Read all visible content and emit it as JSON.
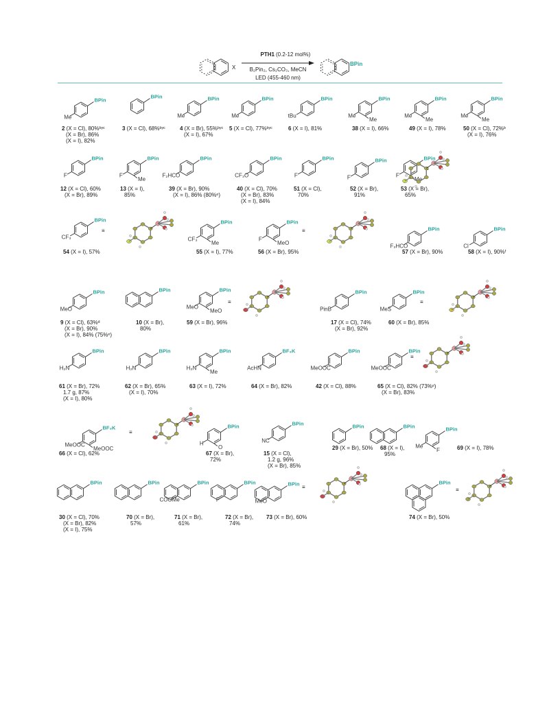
{
  "scheme": {
    "catalyst": "PTH1",
    "loading": "(0.2-12 mol%)",
    "reagents": "B₂Pin₂, Cs₂CO₃, MeCN",
    "light": "LED (455-460 nm)",
    "substrate_group": "X",
    "product_group": "BPin"
  },
  "colors": {
    "teal": "#2aa39a",
    "divider": "#7fbfbf",
    "carbon": "#a8a84a",
    "boron": "#e89a9a",
    "fluorine": "#c8e04a",
    "sulfur": "#d4c23a",
    "oxygen": "#d04040"
  },
  "compounds": [
    {
      "id": "c2",
      "lines": [
        "2 (X = Cl), 80%ᵇʸᶜ",
        "(X = Br), 86%",
        "(X = I), 82%"
      ],
      "groups": [
        "BPin",
        "Me"
      ]
    },
    {
      "id": "c3",
      "lines": [
        "3 (X = Cl), 68%ᵇʸᶜ"
      ],
      "groups": [
        "BPin"
      ]
    },
    {
      "id": "c4",
      "lines": [
        "4 (X = Br), 55%ᵇʸᶜ",
        "(X = I), 67%"
      ],
      "groups": [
        "BPin",
        "Me"
      ]
    },
    {
      "id": "c5",
      "lines": [
        "5 (X = Cl), 77%ᵇʸᶜ"
      ],
      "groups": [
        "BPin",
        "Me"
      ]
    },
    {
      "id": "c6",
      "lines": [
        "6 (X = I), 81%"
      ],
      "groups": [
        "BPin",
        "tBu"
      ]
    },
    {
      "id": "c38",
      "lines": [
        "38 (X = I), 66%"
      ],
      "groups": [
        "BPin",
        "Me",
        "Me"
      ]
    },
    {
      "id": "c49",
      "lines": [
        "49 (X = I), 78%"
      ],
      "groups": [
        "BPin",
        "Me",
        "Me"
      ]
    },
    {
      "id": "c50",
      "lines": [
        "50 (X = Cl), 72%ᵇ",
        "(X = I), 76%"
      ],
      "groups": [
        "BPin",
        "Me",
        "Me"
      ]
    },
    {
      "id": "c12",
      "lines": [
        "12 (X = Cl), 60%",
        "(X = Br), 89%"
      ],
      "groups": [
        "BPin",
        "F"
      ]
    },
    {
      "id": "c13",
      "lines": [
        "13 (X = I),",
        "85%"
      ],
      "groups": [
        "BPin",
        "F",
        "Me"
      ]
    },
    {
      "id": "c39",
      "lines": [
        "39 (X = Br), 90%",
        "(X = I), 86% (80%ᵉ)"
      ],
      "groups": [
        "BPin",
        "F₂HCO"
      ]
    },
    {
      "id": "c40",
      "lines": [
        "40 (X = Cl), 70%",
        "(X = Br), 83%",
        "(X = I), 84%"
      ],
      "groups": [
        "BPin",
        "CF₃O"
      ]
    },
    {
      "id": "c51",
      "lines": [
        "51 (X = Cl),",
        "70%"
      ],
      "groups": [
        "BPin",
        "F"
      ]
    },
    {
      "id": "c52",
      "lines": [
        "52 (X = Br),",
        "91%"
      ],
      "groups": [
        "BPin",
        "F"
      ]
    },
    {
      "id": "c53",
      "lines": [
        "53 (X = Br),",
        "65%"
      ],
      "groups": [
        "BPin",
        "F",
        "Me"
      ]
    },
    {
      "id": "c54",
      "lines": [
        "54 (X = I), 57%"
      ],
      "groups": [
        "BPin",
        "CF₃"
      ]
    },
    {
      "id": "c55",
      "lines": [
        "55 (X = I), 77%"
      ],
      "groups": [
        "BPin",
        "CF₃",
        "Me"
      ]
    },
    {
      "id": "c56",
      "lines": [
        "56 (X = Br), 95%"
      ],
      "groups": [
        "BPin",
        "F",
        "MeO"
      ]
    },
    {
      "id": "c57",
      "lines": [
        "57 (X = Br), 90%"
      ],
      "groups": [
        "BPin",
        "F₂HCO"
      ]
    },
    {
      "id": "c58",
      "lines": [
        "58 (X = I), 90%ᶠ"
      ],
      "groups": [
        "BPin",
        "Cl"
      ]
    },
    {
      "id": "c9",
      "lines": [
        "9 (X = Cl), 63%ᵈ",
        "(X = Br), 90%",
        "(X = I), 84% (75%ᵉ)"
      ],
      "groups": [
        "BPin",
        "MeO"
      ]
    },
    {
      "id": "c10",
      "lines": [
        "10 (X = Br),",
        "80%"
      ],
      "groups": [
        "BPin"
      ]
    },
    {
      "id": "c59",
      "lines": [
        "59 (X = Br), 96%"
      ],
      "groups": [
        "BPin",
        "MeO",
        "MeO"
      ]
    },
    {
      "id": "c17",
      "lines": [
        "17 (X = Cl), 74%",
        "(X = Br), 92%"
      ],
      "groups": [
        "BPin",
        "PinB"
      ]
    },
    {
      "id": "c60",
      "lines": [
        "60 (X = Br), 85%"
      ],
      "groups": [
        "BPin",
        "MeS"
      ]
    },
    {
      "id": "c61",
      "lines": [
        "61 (X = Br), 72%",
        "1.7 g, 87%",
        "(X = I), 80%"
      ],
      "groups": [
        "BPin",
        "H₂N"
      ]
    },
    {
      "id": "c62",
      "lines": [
        "62 (X = Br), 65%",
        "(X = I), 70%"
      ],
      "groups": [
        "BPin",
        "H₂N"
      ]
    },
    {
      "id": "c63",
      "lines": [
        "63 (X = I), 72%"
      ],
      "groups": [
        "BPin",
        "H₂N",
        "Me"
      ]
    },
    {
      "id": "c64",
      "lines": [
        "64 (X = Br), 82%"
      ],
      "groups": [
        "BF₃K",
        "AcHN"
      ]
    },
    {
      "id": "c42",
      "lines": [
        "42 (X = Cl), 88%"
      ],
      "groups": [
        "BPin",
        "MeOOC"
      ]
    },
    {
      "id": "c65",
      "lines": [
        "65 (X = Cl), 82% (73%ᵉ)",
        "(X = Br), 83%"
      ],
      "groups": [
        "BPin",
        "MeOOC"
      ]
    },
    {
      "id": "c66",
      "lines": [
        "66 (X = Cl), 62%"
      ],
      "groups": [
        "BF₃K",
        "MeOOC",
        "MeOOC"
      ]
    },
    {
      "id": "c67",
      "lines": [
        "67 (X = Br),",
        "72%"
      ],
      "groups": [
        "BPin",
        "H",
        "O"
      ]
    },
    {
      "id": "c15",
      "lines": [
        "15 (X = Cl),",
        "1.2 g, 96%",
        "(X = Br), 85%"
      ],
      "groups": [
        "BPin",
        "NC"
      ]
    },
    {
      "id": "c29",
      "lines": [
        "29 (X = Br), 50%"
      ],
      "groups": [
        "BPin"
      ]
    },
    {
      "id": "c68",
      "lines": [
        "68 (X = I),",
        "95%"
      ],
      "groups": [
        "BPin"
      ]
    },
    {
      "id": "c69",
      "lines": [
        "69 (X = I), 78%"
      ],
      "groups": [
        "BPin",
        "Me",
        "F"
      ]
    },
    {
      "id": "c30",
      "lines": [
        "30 (X = Cl), 70%",
        "(X = Br), 82%",
        "(X = I), 75%"
      ],
      "groups": [
        "BPin"
      ]
    },
    {
      "id": "c70",
      "lines": [
        "70 (X = Br),",
        "57%"
      ],
      "groups": [
        "BPin"
      ]
    },
    {
      "id": "c71",
      "lines": [
        "71 (X = Br),",
        "61%"
      ],
      "groups": [
        "BPin",
        "COOMe"
      ]
    },
    {
      "id": "c72",
      "lines": [
        "72 (X = Br),",
        "74%"
      ],
      "groups": [
        "BPin",
        "F"
      ]
    },
    {
      "id": "c73",
      "lines": [
        "73 (X = Br), 60%"
      ],
      "groups": [
        "BPin",
        "MeO"
      ]
    },
    {
      "id": "c74",
      "lines": [
        "74 (X = Br), 50%"
      ],
      "groups": [
        "BPin"
      ]
    }
  ]
}
